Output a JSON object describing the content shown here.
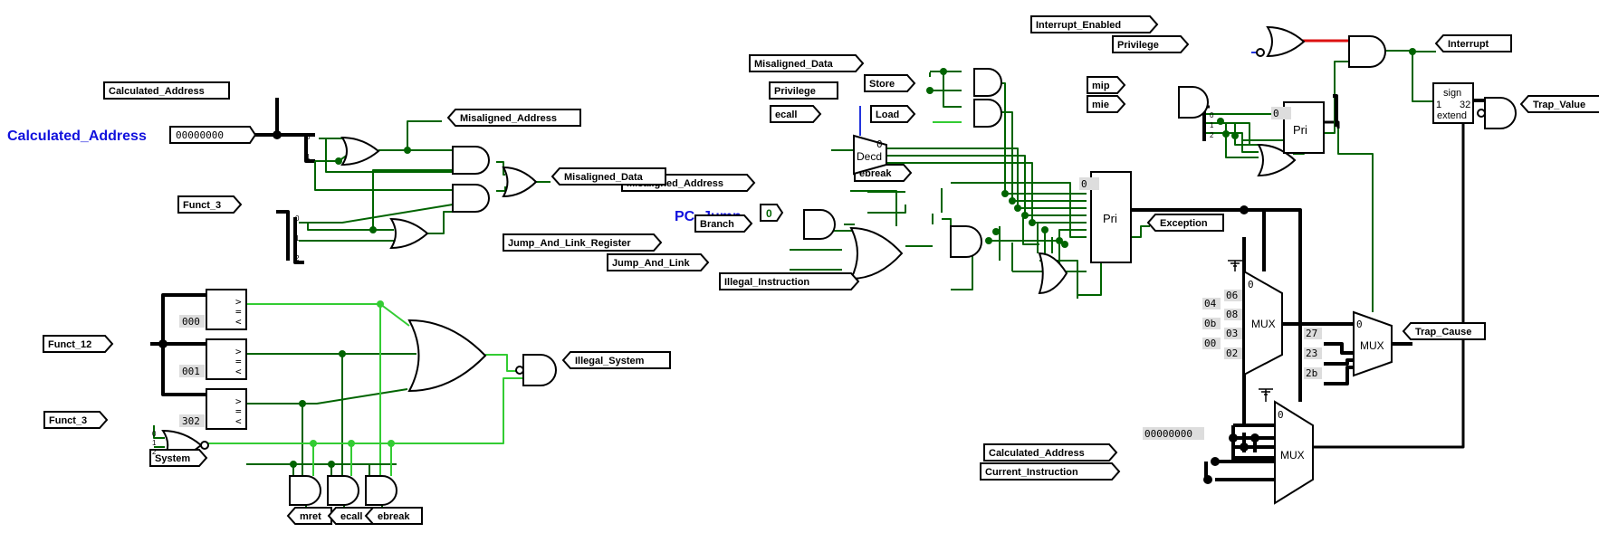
{
  "colors": {
    "dark": "#006400",
    "bright": "#33cc33",
    "bus": "#000000",
    "red": "#dd1111",
    "blue": "#2233dd",
    "title": "#1111dd"
  },
  "titles": {
    "left": "Calculated_Address",
    "middle": "PC_Jump"
  },
  "pins": {
    "calc_addr_in": "Calculated_Address",
    "calc_value": "00000000",
    "funct3_a": "Funct_3",
    "funct12": "Funct_12",
    "funct3_b": "Funct_3",
    "system": "System",
    "mis_addr_out": "Misaligned_Address",
    "mis_data_out": "Misaligned_Data",
    "illegal_sys_out": "Illegal_System",
    "mret": "mret",
    "ecall_out": "ecall",
    "ebreak_out": "ebreak",
    "mis_data_in": "Misaligned_Data",
    "store": "Store",
    "load": "Load",
    "privilege_m": "Privilege",
    "ecall_in": "ecall",
    "mis_addr_in": "Misaligned_Address",
    "ebreak_in": "ebreak",
    "branch": "Branch",
    "jalr": "Jump_And_Link_Register",
    "jal": "Jump_And_Link",
    "illegal_instr": "Illegal_Instruction",
    "exception": "Exception",
    "pc_jump_value": "0",
    "int_enabled": "Interrupt_Enabled",
    "privilege_r": "Privilege",
    "interrupt": "Interrupt",
    "mip": "mip",
    "mie": "mie",
    "trap_value": "Trap_Value",
    "trap_cause": "Trap_Cause",
    "calc_addr_r": "Calculated_Address",
    "cur_instr": "Current_Instruction",
    "zero_const": "00000000"
  },
  "components": {
    "cmp_ops": ">\n=\n<",
    "cmp_const_1": "000",
    "cmp_const_2": "001",
    "cmp_const_3": "302",
    "decoder": "Decd",
    "pri_1": "Pri",
    "pri_2": "Pri",
    "mux_1": "MUX",
    "mux_2": "MUX",
    "mux_3": "MUX",
    "sign_extend": {
      "top": "sign",
      "mid_left": "1",
      "mid_right": "32",
      "bottom": "extend"
    },
    "mux_cause_consts": [
      "06",
      "04",
      "08",
      "0b",
      "03",
      "00",
      "02"
    ],
    "trap_cause_consts": [
      "27",
      "23",
      "2b"
    ]
  }
}
